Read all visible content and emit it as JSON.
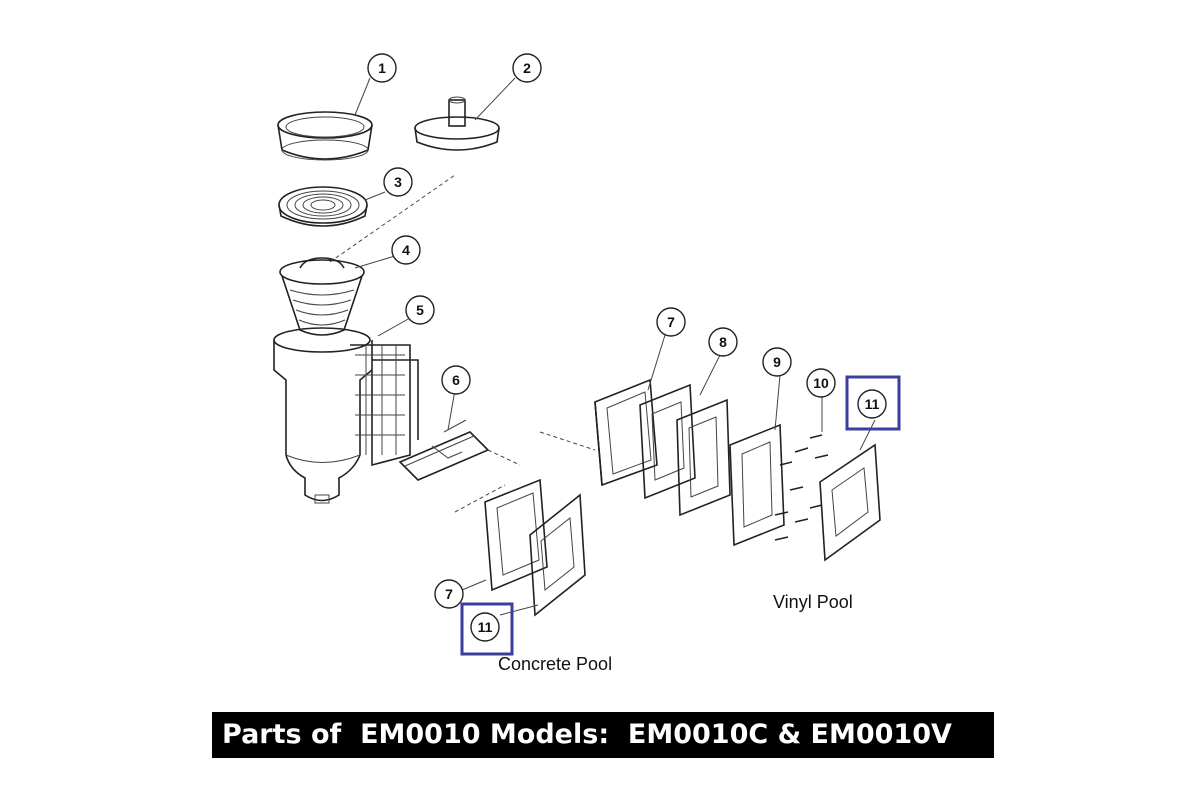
{
  "callouts": {
    "c1": "1",
    "c2": "2",
    "c3": "3",
    "c4": "4",
    "c5": "5",
    "c6": "6",
    "c7a": "7",
    "c8": "8",
    "c9": "9",
    "c10": "10",
    "c11a": "11",
    "c7b": "7",
    "c11b": "11"
  },
  "labels": {
    "concrete": "Concrete Pool",
    "vinyl": "Vinyl Pool"
  },
  "banner": {
    "title": "Parts of  EM0010 Models:  EM0010C & EM0010V"
  },
  "colors": {
    "highlight": "#3b3f9c",
    "banner_bg": "#000000",
    "banner_text": "#ffffff",
    "line": "#222222"
  }
}
